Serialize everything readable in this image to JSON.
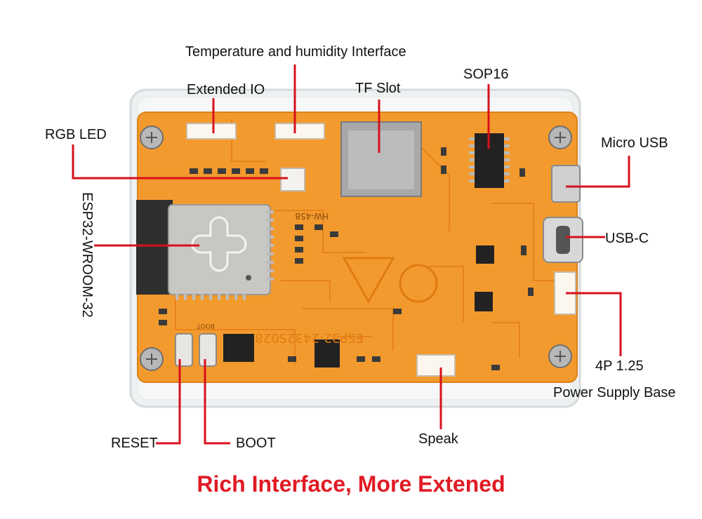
{
  "labels": {
    "temp_humidity": "Temperature and humidity Interface",
    "extended_io": "Extended IO",
    "tf_slot": "TF Slot",
    "sop16": "SOP16",
    "rgb_led": "RGB LED",
    "micro_usb": "Micro USB",
    "esp32": "ESP32-WROOM-32",
    "usb_c": "USB-C",
    "four_p": "4P 1.25",
    "power_supply": "Power Supply Base",
    "reset": "RESET",
    "boot": "BOOT",
    "speak": "Speak"
  },
  "board_markings": {
    "model": "ESP32-2432S028",
    "hw": "HW-458",
    "boot_silk": "BOOT"
  },
  "footer": "Rich Interface, More Extened",
  "colors": {
    "pcb": "#f39a2e",
    "trace": "#e8841a",
    "leader": "#d8101c",
    "footer": "#e01b24"
  }
}
